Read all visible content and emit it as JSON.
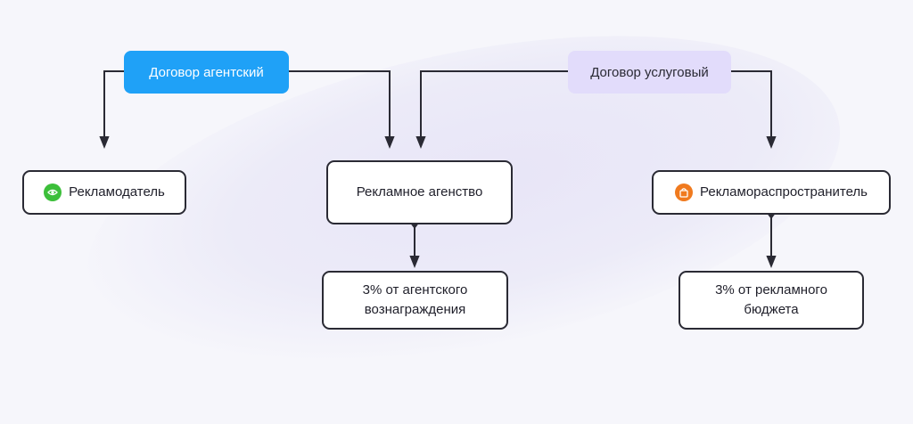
{
  "contracts": {
    "agency": "Договор агентский",
    "service": "Договор услуговый"
  },
  "parties": {
    "advertiser": "Рекламодатель",
    "agency": "Рекламное агенство",
    "distributor": "Рекламораспространитель"
  },
  "fees": {
    "agency_line1": "3% от агентского",
    "agency_line2": "вознаграждения",
    "distributor_line1": "3% от рекламного",
    "distributor_line2": "бюджета"
  },
  "colors": {
    "agency_contract": "#1fa1f7",
    "service_contract": "#e2dcfb",
    "advertiser_icon": "#3cbf3a",
    "distributor_icon": "#f07a1e",
    "lines": "#2a2a34"
  },
  "icons": {
    "advertiser": "eye-icon",
    "distributor": "bag-icon"
  }
}
